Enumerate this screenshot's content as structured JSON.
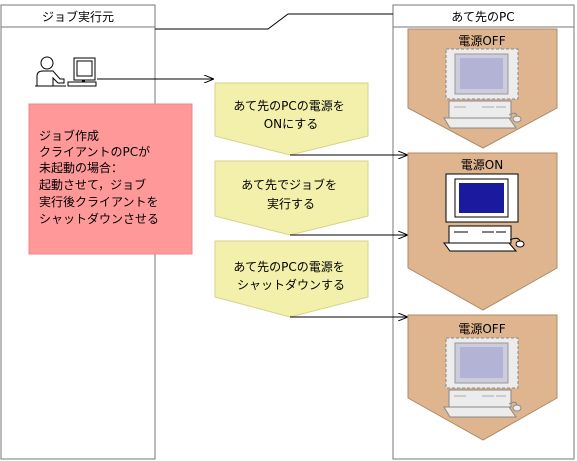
{
  "left_panel": {
    "title": "ジョブ実行元"
  },
  "right_panel": {
    "title": "あて先のPC"
  },
  "note": {
    "lines": [
      "ジョブ作成",
      "クライアントのPCが",
      "未起動の場合：",
      "起動させて，ジョブ",
      "実行後クライアントを",
      "シャットダウンさせる"
    ]
  },
  "steps": [
    {
      "lines": [
        "あて先のPCの電源を",
        "ONにする"
      ]
    },
    {
      "lines": [
        "あて先でジョブを",
        "実行する"
      ]
    },
    {
      "lines": [
        "あて先のPCの電源を",
        "シャットダウンする"
      ]
    }
  ],
  "pc_states": [
    {
      "label": "電源OFF",
      "powered": false
    },
    {
      "label": "電源ON",
      "powered": true
    },
    {
      "label": "電源OFF",
      "powered": false
    }
  ],
  "colors": {
    "note_fill": "#ff9999",
    "step_fill": "#f3f0ac",
    "pentagon_fill": "#deb58e",
    "screen_on": "#1a1a9e"
  },
  "icons": {
    "user": "user-at-computer-icon",
    "pc": "desktop-computer-icon"
  }
}
